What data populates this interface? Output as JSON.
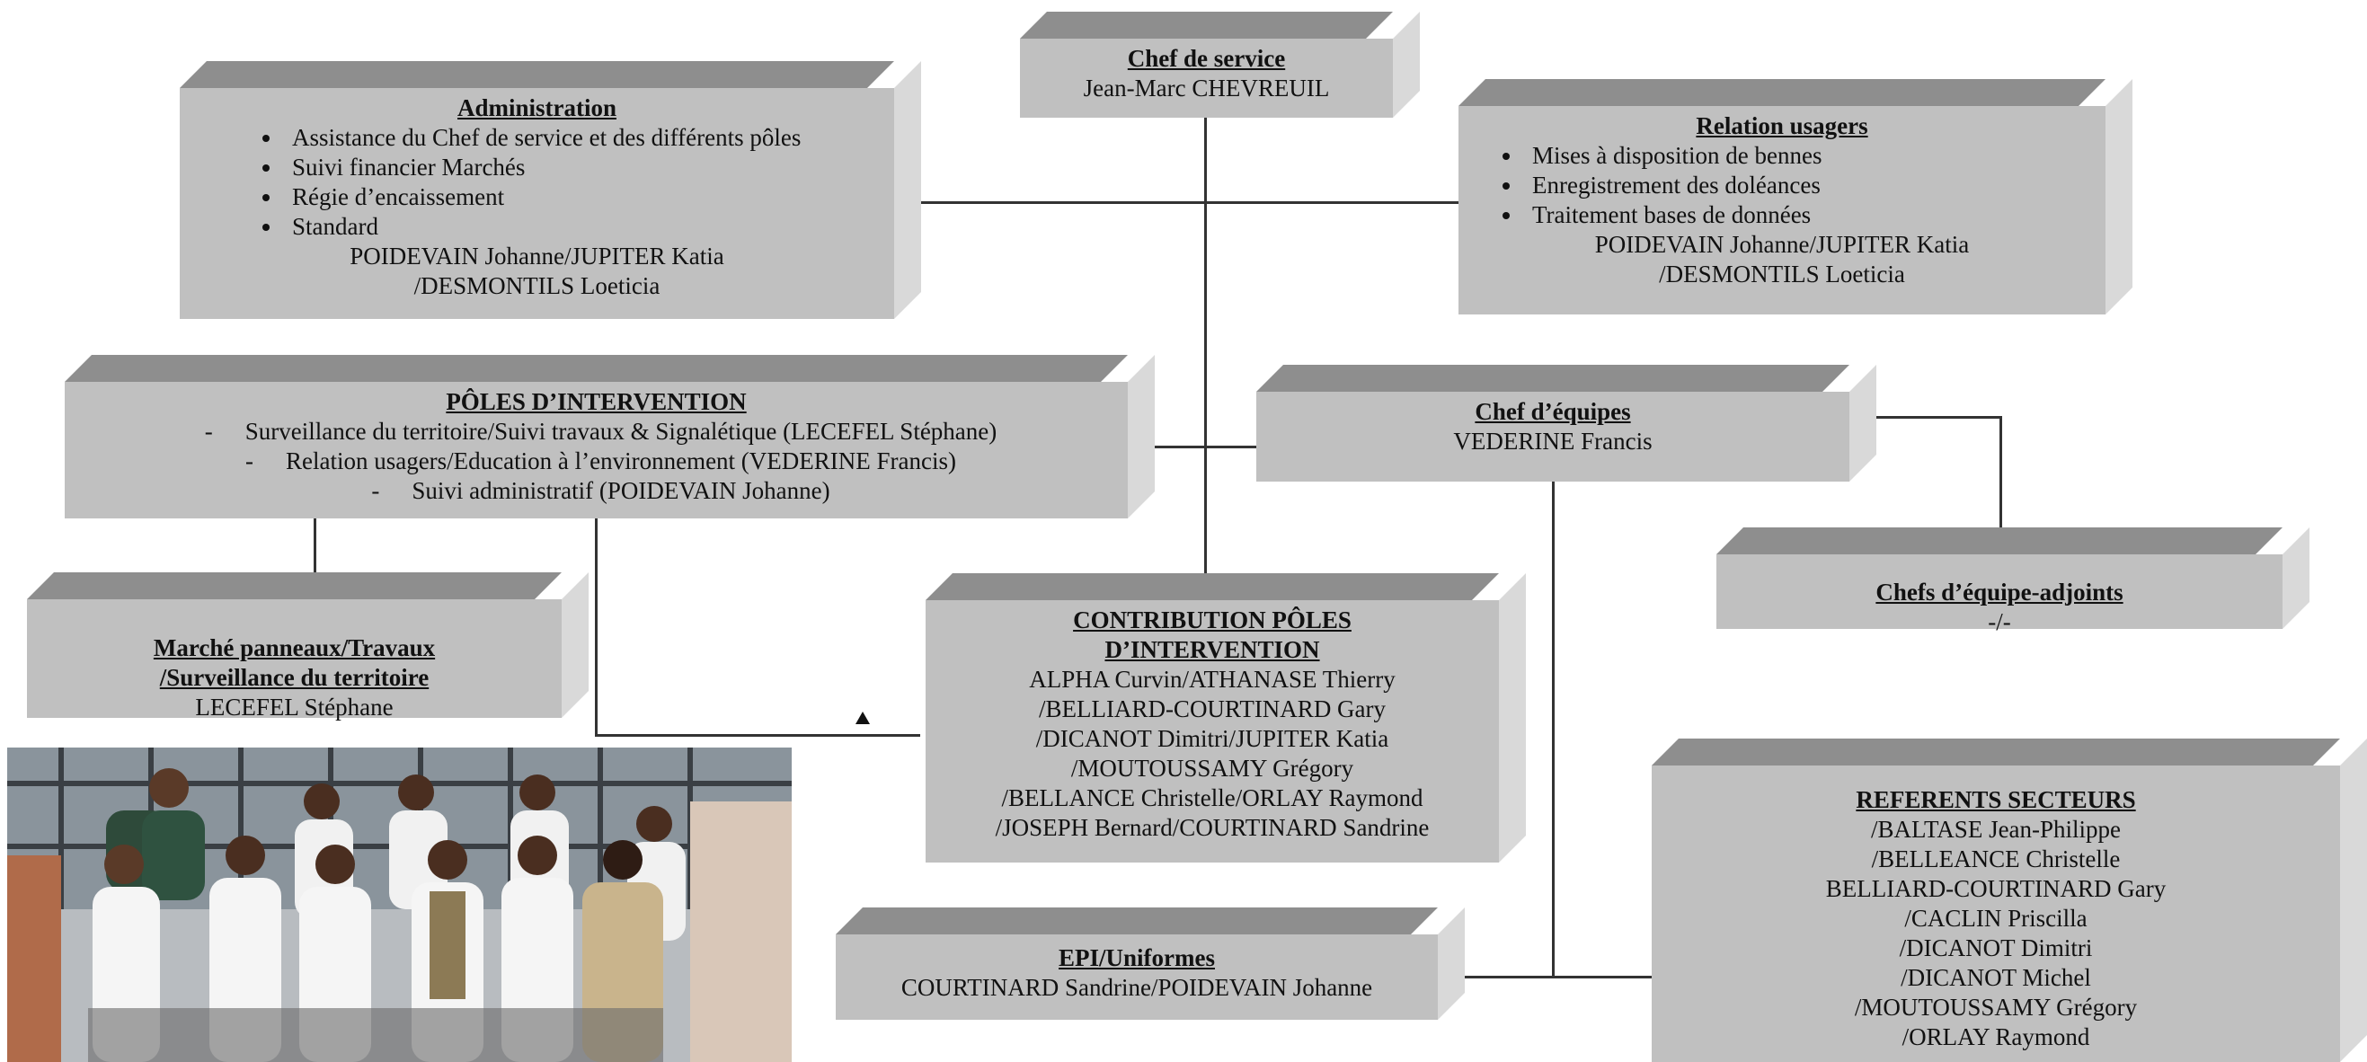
{
  "chef_service": {
    "title": "Chef de service",
    "name": "Jean-Marc CHEVREUIL"
  },
  "administration": {
    "title": "Administration",
    "items": [
      "Assistance du Chef de service et des différents pôles",
      "Suivi financier Marchés",
      "Régie d’encaissement",
      "Standard"
    ],
    "names": [
      "POIDEVAIN Johanne/JUPITER Katia",
      "/DESMONTILS Loeticia"
    ]
  },
  "relation_usagers": {
    "title": "Relation usagers",
    "items": [
      "Mises à disposition de bennes",
      "Enregistrement des doléances",
      "Traitement bases de données"
    ],
    "names": [
      "POIDEVAIN Johanne/JUPITER Katia",
      "/DESMONTILS Loeticia"
    ]
  },
  "poles_intervention": {
    "title": "PÔLES D’INTERVENTION",
    "items": [
      "Surveillance du territoire/Suivi travaux & Signalétique (LECEFEL Stéphane)",
      "Relation usagers/Education à l’environnement (VEDERINE Francis)",
      "Suivi administratif (POIDEVAIN Johanne)"
    ]
  },
  "chef_equipes": {
    "title": "Chef d’équipes",
    "name": "VEDERINE Francis"
  },
  "chefs_adjoints": {
    "title": "Chefs d’équipe-adjoints",
    "name": "-/-"
  },
  "marche_panneaux": {
    "title_lines": [
      "Marché panneaux/Travaux",
      "/Surveillance du territoire"
    ],
    "name": "LECEFEL Stéphane"
  },
  "contribution": {
    "title_lines": [
      "CONTRIBUTION PÔLES",
      "D’INTERVENTION"
    ],
    "names": [
      "ALPHA Curvin/ATHANASE Thierry",
      "/BELLIARD-COURTINARD Gary",
      "/DICANOT Dimitri/JUPITER Katia",
      "/MOUTOUSSAMY Grégory",
      "/BELLANCE Christelle/ORLAY Raymond",
      "/JOSEPH Bernard/COURTINARD Sandrine"
    ]
  },
  "referents": {
    "title": "REFERENTS SECTEURS",
    "names": [
      "/BALTASE Jean-Philippe",
      "/BELLEANCE Christelle",
      "BELLIARD-COURTINARD Gary",
      "/CACLIN Priscilla",
      "/DICANOT Dimitri",
      "/DICANOT Michel",
      "/MOUTOUSSAMY Grégory",
      "/ORLAY Raymond"
    ]
  },
  "epi": {
    "title": "EPI/Uniformes",
    "name": "COURTINARD Sandrine/POIDEVAIN Johanne"
  },
  "colors": {
    "box_front": "#c0c0c0",
    "box_top": "#8e8e8e",
    "box_side": "#d9d9d9",
    "lines": "#333333"
  }
}
